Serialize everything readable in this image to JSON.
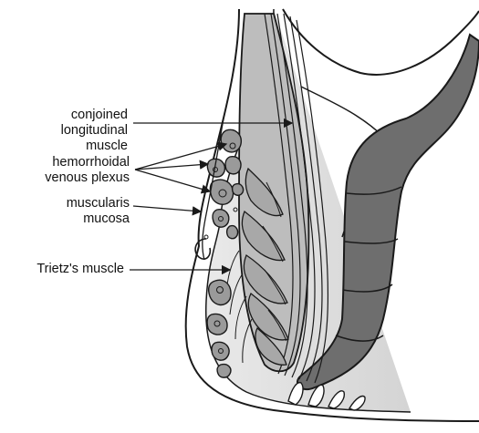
{
  "labels": {
    "conjoined_line1": "conjoined",
    "conjoined_line2": "longitudinal",
    "conjoined_line3": "muscle",
    "hemorrhoidal_line1": "hemorrhoidal",
    "hemorrhoidal_line2": "venous plexus",
    "muscularis_line1": "muscularis",
    "muscularis_line2": "mucosa",
    "trietz": "Trietz's muscle"
  },
  "colors": {
    "outline": "#1a1a1a",
    "muscle_fill": "#bdbdbd",
    "sphincter_fill": "#6e6e6e",
    "vein_fill": "#9a9a9a",
    "tissue_fill": "#f2f2f2"
  }
}
